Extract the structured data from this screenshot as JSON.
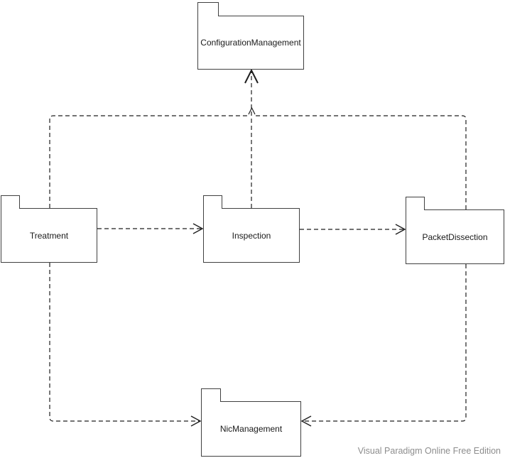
{
  "diagram_type": "uml-package-diagram",
  "packages": [
    {
      "id": "configuration-management",
      "label": "ConfigurationManagement"
    },
    {
      "id": "treatment",
      "label": "Treatment"
    },
    {
      "id": "inspection",
      "label": "Inspection"
    },
    {
      "id": "packet-dissection",
      "label": "PacketDissection"
    },
    {
      "id": "nic-management",
      "label": "NicManagement"
    }
  ],
  "relationships": [
    {
      "from": "Treatment",
      "to": "Inspection",
      "type": "dependency",
      "style": "dashed-open-arrow"
    },
    {
      "from": "Inspection",
      "to": "PacketDissection",
      "type": "dependency",
      "style": "dashed-open-arrow"
    },
    {
      "from": "Inspection",
      "to": "ConfigurationManagement",
      "type": "dependency",
      "style": "dashed-open-arrow"
    },
    {
      "from": "Treatment",
      "to": "ConfigurationManagement",
      "type": "dependency",
      "style": "dashed-open-arrow"
    },
    {
      "from": "PacketDissection",
      "to": "ConfigurationManagement",
      "type": "dependency",
      "style": "dashed-open-arrow"
    },
    {
      "from": "Treatment",
      "to": "NicManagement",
      "type": "dependency",
      "style": "dashed-open-arrow"
    },
    {
      "from": "PacketDissection",
      "to": "NicManagement",
      "type": "dependency",
      "style": "dashed-open-arrow"
    }
  ],
  "watermark": {
    "text": "Visual Paradigm Online Free Edition"
  },
  "colors": {
    "background": "#ffffff",
    "shape_border": "#404040",
    "connector_line": "#1f1f1f",
    "label_text": "#1a1a1a",
    "watermark_text": "#8d8d8d"
  }
}
